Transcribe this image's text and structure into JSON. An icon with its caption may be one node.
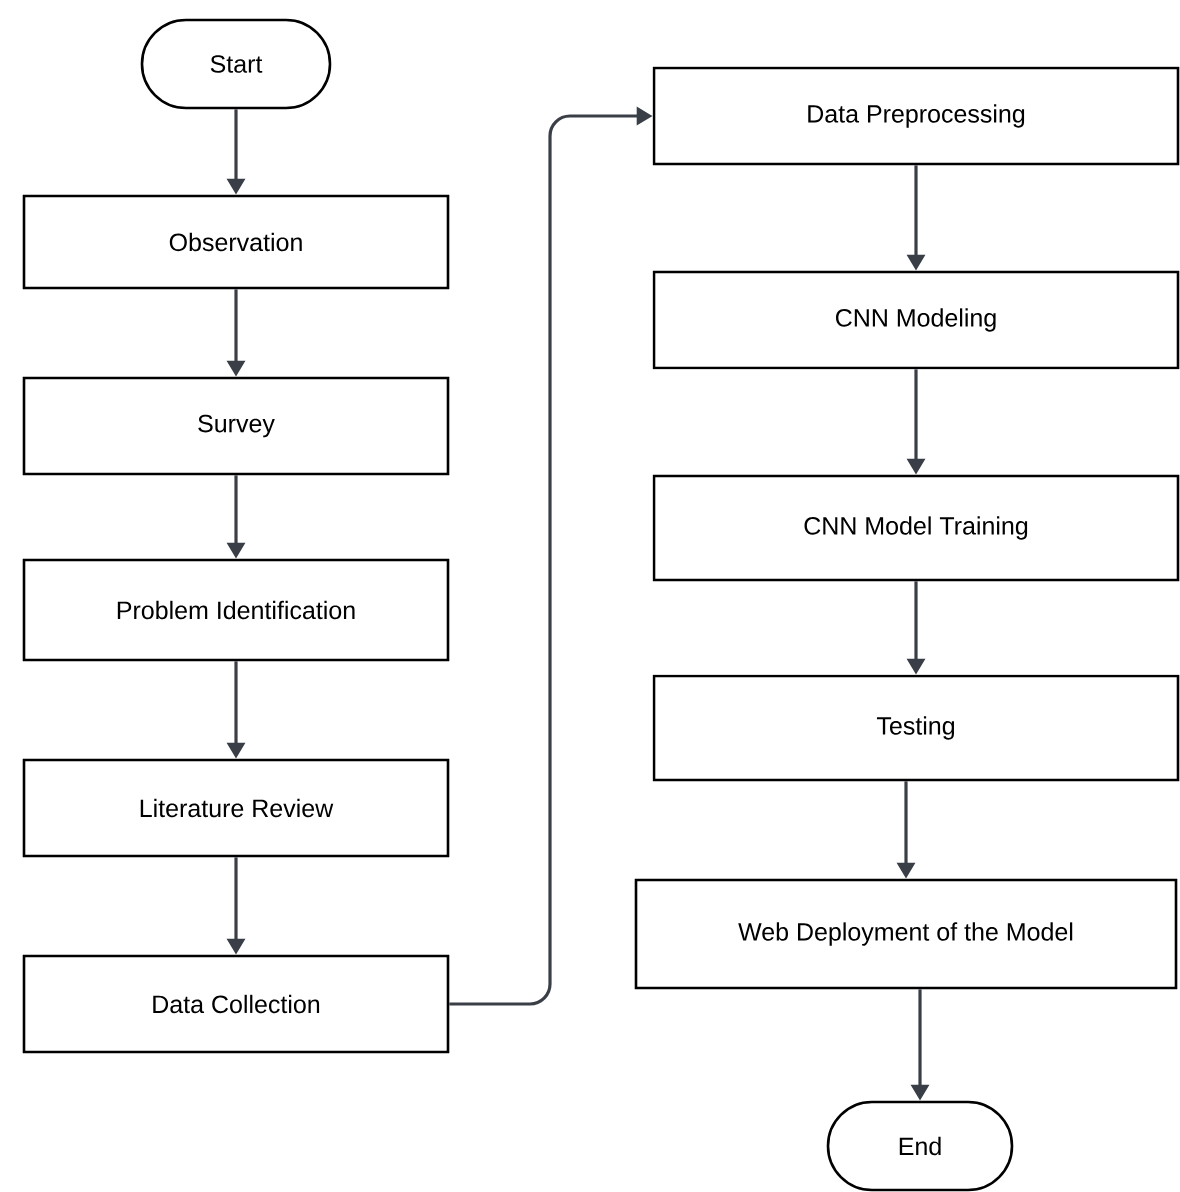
{
  "diagram": {
    "nodes": [
      {
        "text": [
          "Start"
        ]
      },
      {
        "text": [
          "Observation"
        ]
      },
      {
        "text": [
          "Survey"
        ]
      },
      {
        "text": [
          "Problem Identification"
        ]
      },
      {
        "text": [
          "Literature Review"
        ]
      },
      {
        "text": [
          "Data Collection"
        ]
      },
      {
        "text": [
          "Data Preprocessing"
        ]
      },
      {
        "text": [
          "CNN Modeling"
        ]
      },
      {
        "text": [
          "CNN Model Training"
        ]
      },
      {
        "text": [
          "Testing"
        ]
      },
      {
        "text": [
          "Web Deployment of the Model"
        ]
      },
      {
        "text": [
          "End"
        ]
      }
    ],
    "edges": [
      {
        "from": 0,
        "to": 1,
        "arrow": "to"
      },
      {
        "from": 1,
        "to": 2,
        "arrow": "to"
      },
      {
        "from": 2,
        "to": 3,
        "arrow": "to"
      },
      {
        "from": 3,
        "to": 4,
        "arrow": "to"
      },
      {
        "from": 4,
        "to": 5,
        "arrow": "to"
      },
      {
        "from": 5,
        "to": 6,
        "arrow": "to"
      },
      {
        "from": 6,
        "to": 7,
        "arrow": "to"
      },
      {
        "from": 7,
        "to": 8,
        "arrow": "to"
      },
      {
        "from": 8,
        "to": 9,
        "arrow": "to"
      },
      {
        "from": 9,
        "to": 10,
        "arrow": "to"
      },
      {
        "from": 10,
        "to": 11,
        "arrow": "to"
      }
    ]
  }
}
